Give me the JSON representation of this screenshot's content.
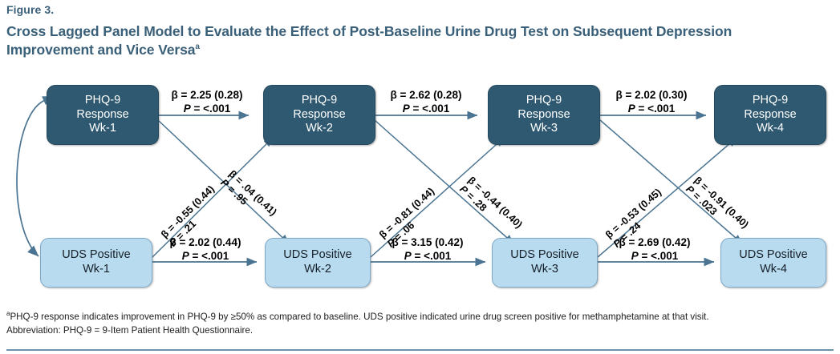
{
  "figure": {
    "number": "Figure 3.",
    "title": "Cross Lagged Panel Model to Evaluate the Effect of Post-Baseline Urine Drug Test on Subsequent Depression Improvement and Vice Versa",
    "title_superscript": "a"
  },
  "colors": {
    "title": "#3a6079",
    "node_dark_fill": "#2f5970",
    "node_dark_text": "#ffffff",
    "node_light_fill": "#b9dbef",
    "node_light_text": "#16202a",
    "arrow": "#4a7491",
    "rule": "#6d92aa"
  },
  "nodes": {
    "phq": [
      {
        "id": "phq-wk1",
        "line1": "PHQ-9",
        "line2": "Response",
        "line3": "Wk-1"
      },
      {
        "id": "phq-wk2",
        "line1": "PHQ-9",
        "line2": "Response",
        "line3": "Wk-2"
      },
      {
        "id": "phq-wk3",
        "line1": "PHQ-9",
        "line2": "Response",
        "line3": "Wk-3"
      },
      {
        "id": "phq-wk4",
        "line1": "PHQ-9",
        "line2": "Response",
        "line3": "Wk-4"
      }
    ],
    "uds": [
      {
        "id": "uds-wk1",
        "line1": "UDS Positive",
        "line2": "Wk-1"
      },
      {
        "id": "uds-wk2",
        "line1": "UDS Positive",
        "line2": "Wk-2"
      },
      {
        "id": "uds-wk3",
        "line1": "UDS Positive",
        "line2": "Wk-3"
      },
      {
        "id": "uds-wk4",
        "line1": "UDS Positive",
        "line2": "Wk-4"
      }
    ]
  },
  "edges": {
    "phq_auto": [
      {
        "from": "phq-wk1",
        "to": "phq-wk2",
        "beta": "β = 2.25 (0.28)",
        "p": "P = <.001"
      },
      {
        "from": "phq-wk2",
        "to": "phq-wk3",
        "beta": "β = 2.62 (0.28)",
        "p": "P = <.001"
      },
      {
        "from": "phq-wk3",
        "to": "phq-wk4",
        "beta": "β = 2.02 (0.30)",
        "p": "P = <.001"
      }
    ],
    "uds_auto": [
      {
        "from": "uds-wk1",
        "to": "uds-wk2",
        "beta": "β = 2.02 (0.44)",
        "p": "P = <.001"
      },
      {
        "from": "uds-wk2",
        "to": "uds-wk3",
        "beta": "β = 3.15 (0.42)",
        "p": "P = <.001"
      },
      {
        "from": "uds-wk3",
        "to": "uds-wk4",
        "beta": "β = 2.69 (0.42)",
        "p": "P = <.001"
      }
    ],
    "uds_to_phq": [
      {
        "from": "uds-wk1",
        "to": "phq-wk2",
        "beta": "β = -0.55 (0.44)",
        "p": "P = .21"
      },
      {
        "from": "uds-wk2",
        "to": "phq-wk3",
        "beta": "β = -0.81 (0.44)",
        "p": "P = .06"
      },
      {
        "from": "uds-wk3",
        "to": "phq-wk4",
        "beta": "β = -0.53 (0.45)",
        "p": "P = .24"
      }
    ],
    "phq_to_uds": [
      {
        "from": "phq-wk1",
        "to": "uds-wk2",
        "beta": "β = .04 (0.41)",
        "p": "P = .95"
      },
      {
        "from": "phq-wk2",
        "to": "uds-wk3",
        "beta": "β = -0.44 (0.40)",
        "p": "P = .28"
      },
      {
        "from": "phq-wk3",
        "to": "uds-wk4",
        "beta": "β = -0.91 (0.40)",
        "p": "P = .023"
      }
    ],
    "correlation": {
      "between": [
        "phq-wk1",
        "uds-wk1"
      ],
      "type": "double-headed-curved-arrow",
      "label": ""
    }
  },
  "footnote": {
    "superscript": "a",
    "line1": "PHQ-9 response indicates improvement in PHQ-9 by ≥50% as compared to baseline. UDS positive indicated urine drug screen positive for methamphetamine at that visit.",
    "line2": "Abbreviation: PHQ-9 = 9-Item Patient Health Questionnaire."
  }
}
